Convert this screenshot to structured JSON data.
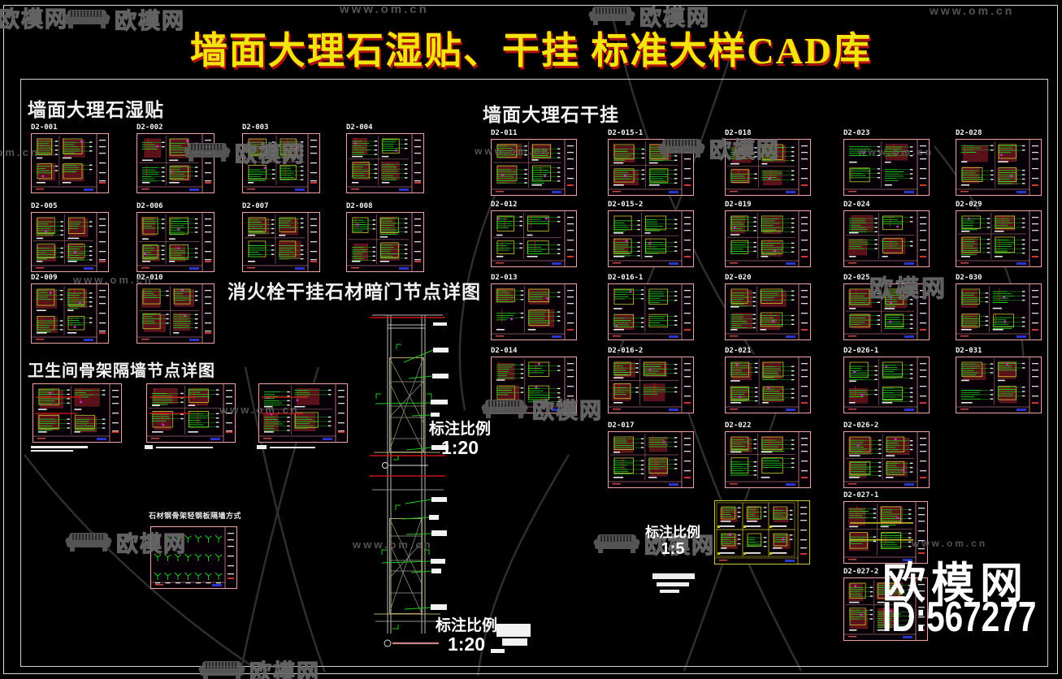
{
  "page_title": "墙面大理石湿贴、干挂 标准大样CAD库",
  "brand": {
    "watermark_name": "欧模网",
    "watermark_url": "www.om.cn",
    "logo_text": "欧模网",
    "product_id": "ID:567277"
  },
  "sections": {
    "wet_paste": {
      "header": "墙面大理石湿贴",
      "drawings": [
        "D2-001",
        "D2-002",
        "D2-003",
        "D2-004",
        "D2-005",
        "D2-006",
        "D2-007",
        "D2-008",
        "D2-009",
        "D2-010"
      ]
    },
    "dry_hang": {
      "header": "墙面大理石干挂",
      "drawings_grid": [
        [
          "D2-011",
          "D2-015-1",
          "D2-018",
          "D2-023",
          "D2-028"
        ],
        [
          "D2-012",
          "D2-015-2",
          "D2-019",
          "D2-024",
          "D2-029"
        ],
        [
          "D2-013",
          "D2-016-1",
          "D2-020",
          "D2-025",
          "D2-030"
        ],
        [
          "D2-014",
          "D2-016-2",
          "D2-021",
          "D2-026-1",
          "D2-031"
        ]
      ],
      "drawings_row5": [
        "D2-017",
        "D2-022",
        "D2-026-2"
      ],
      "drawings_extra": [
        "D2-027-1",
        "D2-027-2"
      ],
      "scale_label": "标注比例",
      "scale_value": "1:5"
    },
    "hydrant_door": {
      "header": "消火栓干挂石材暗门节点详图",
      "scale_label": "标注比例",
      "scale_value_upper": "1:20",
      "scale_value_lower": "1:20"
    },
    "bathroom_partition": {
      "header": "卫生间骨架隔墙节点详图",
      "drawing_count": 3
    },
    "stone_frame": {
      "caption": "石材钢骨架轻钢板隔墙方式"
    }
  },
  "colors": {
    "background": "#000000",
    "title_text": "#f2e50c",
    "title_shadow": "#b01010",
    "header_text": "#f2f2f2",
    "thumb_border": "#efa3a3",
    "cad_green": "#1fca1f",
    "cad_maroon": "#5a1119",
    "cad_yellow": "#c9c92c",
    "cad_magenta": "#cc2fcc",
    "cad_red": "#d02020",
    "cad_blue": "#2a35d0",
    "watermark_gray": "#5c5c5c",
    "logo_white": "#ffffff"
  }
}
